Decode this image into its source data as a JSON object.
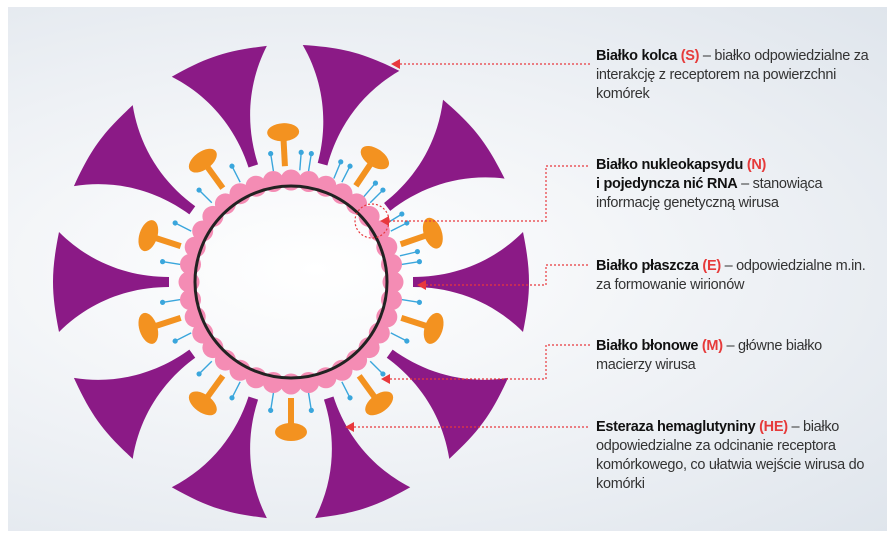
{
  "colors": {
    "spike": "#8b1a86",
    "he_protein": "#f39220",
    "e_protein": "#f39220",
    "lipid": "#3aa6dc",
    "nucleocapsid": "#f48cb4",
    "rna": "#222222",
    "leader": "#e8383d",
    "code": "#e63a3a"
  },
  "labels": [
    {
      "title": "Białko kolca",
      "code": "(S)",
      "text": " – białko odpowiedzialne za interakcję z receptorem na powierzchni komórek"
    },
    {
      "title": "Białko nukleokapsydu",
      "code": "(N)",
      "title2": "i pojedyncza nić RNA",
      "text": " – stanowiąca informację genetyczną wirusa"
    },
    {
      "title": "Białko płaszcza",
      "code": "(E)",
      "text": " – odpowiedzialne m.in. za formowanie wirionów"
    },
    {
      "title": "Białko błonowe",
      "code": "(M)",
      "text": " – główne białko macierzy wirusa"
    },
    {
      "title": "Esteraza hemaglutyniny",
      "code": "(HE)",
      "text": " – białko odpowiedzialne za odcinanie receptora komórkowego, co ułatwia wejście wirusa do komórki"
    }
  ]
}
